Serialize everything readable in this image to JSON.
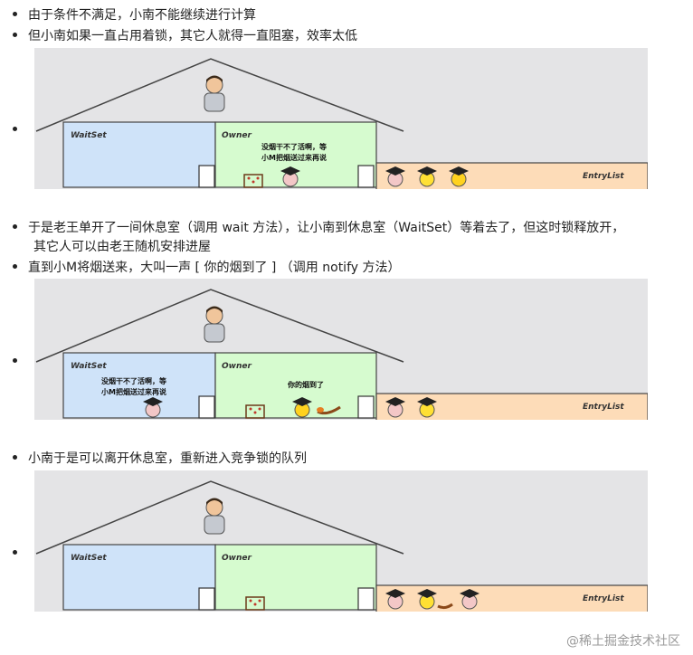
{
  "bullets": {
    "b1": "由于条件不满足，小南不能继续进行计算",
    "b2": "但小南如果一直占用着锁，其它人就得一直阻塞，效率太低",
    "b3_line1": "于是老王单开了一间休息室（调用 wait 方法），让小南到休息室（WaitSet）等着去了，但这时锁释放开，",
    "b3_line2": "其它人可以由老王随机安排进屋",
    "b4": "直到小M将烟送来，大叫一声 [ 你的烟到了 ] （调用 notify 方法）",
    "b5": "小南于是可以离开休息室，重新进入竞争锁的队列"
  },
  "scenes": [
    {
      "waitset_label": "WaitSet",
      "owner_label": "Owner",
      "entrylist_label": "EntryList",
      "speech": "没烟干不了活啊，等\n小M把烟送过来再说"
    },
    {
      "waitset_label": "WaitSet",
      "owner_label": "Owner",
      "entrylist_label": "EntryList",
      "speech_waitset": "没烟干不了活啊，等\n小M把烟送过来再说",
      "speech_owner": "你的烟到了"
    },
    {
      "waitset_label": "WaitSet",
      "owner_label": "Owner",
      "entrylist_label": "EntryList"
    }
  ],
  "watermark": "@稀土掘金技术社区",
  "colors": {
    "waitset": "#cfe3f9",
    "owner": "#d6fbcf",
    "entrylist": "#fddcb8",
    "scene_bg": "#e4e4e6"
  }
}
